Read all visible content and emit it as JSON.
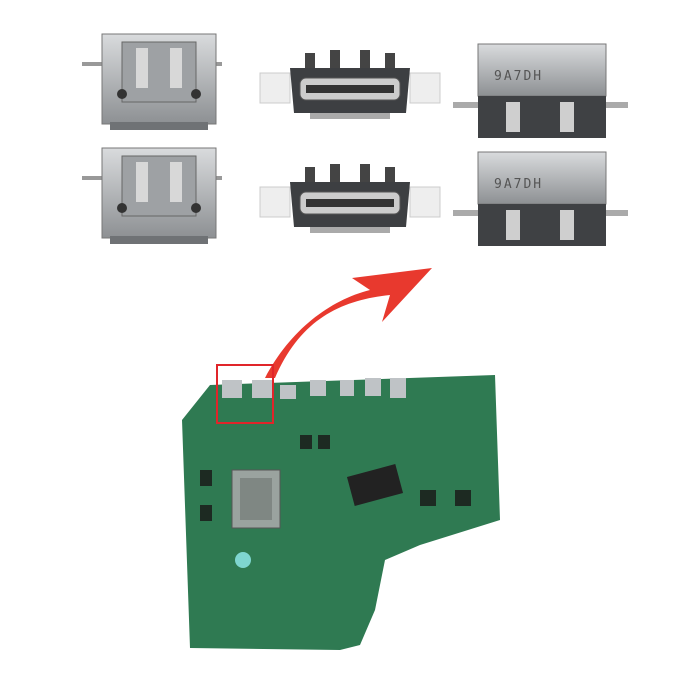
{
  "connectors": {
    "type_a_count": 2,
    "type_b_count": 2,
    "type_c_count": 2,
    "marking": "9A7DH"
  },
  "colors": {
    "arrow": "#e8392e",
    "highlight_box": "#e0252a",
    "pcb": "#2f7a52",
    "metal": "#b9bcbf",
    "dark_metal": "#4a4c4f"
  }
}
